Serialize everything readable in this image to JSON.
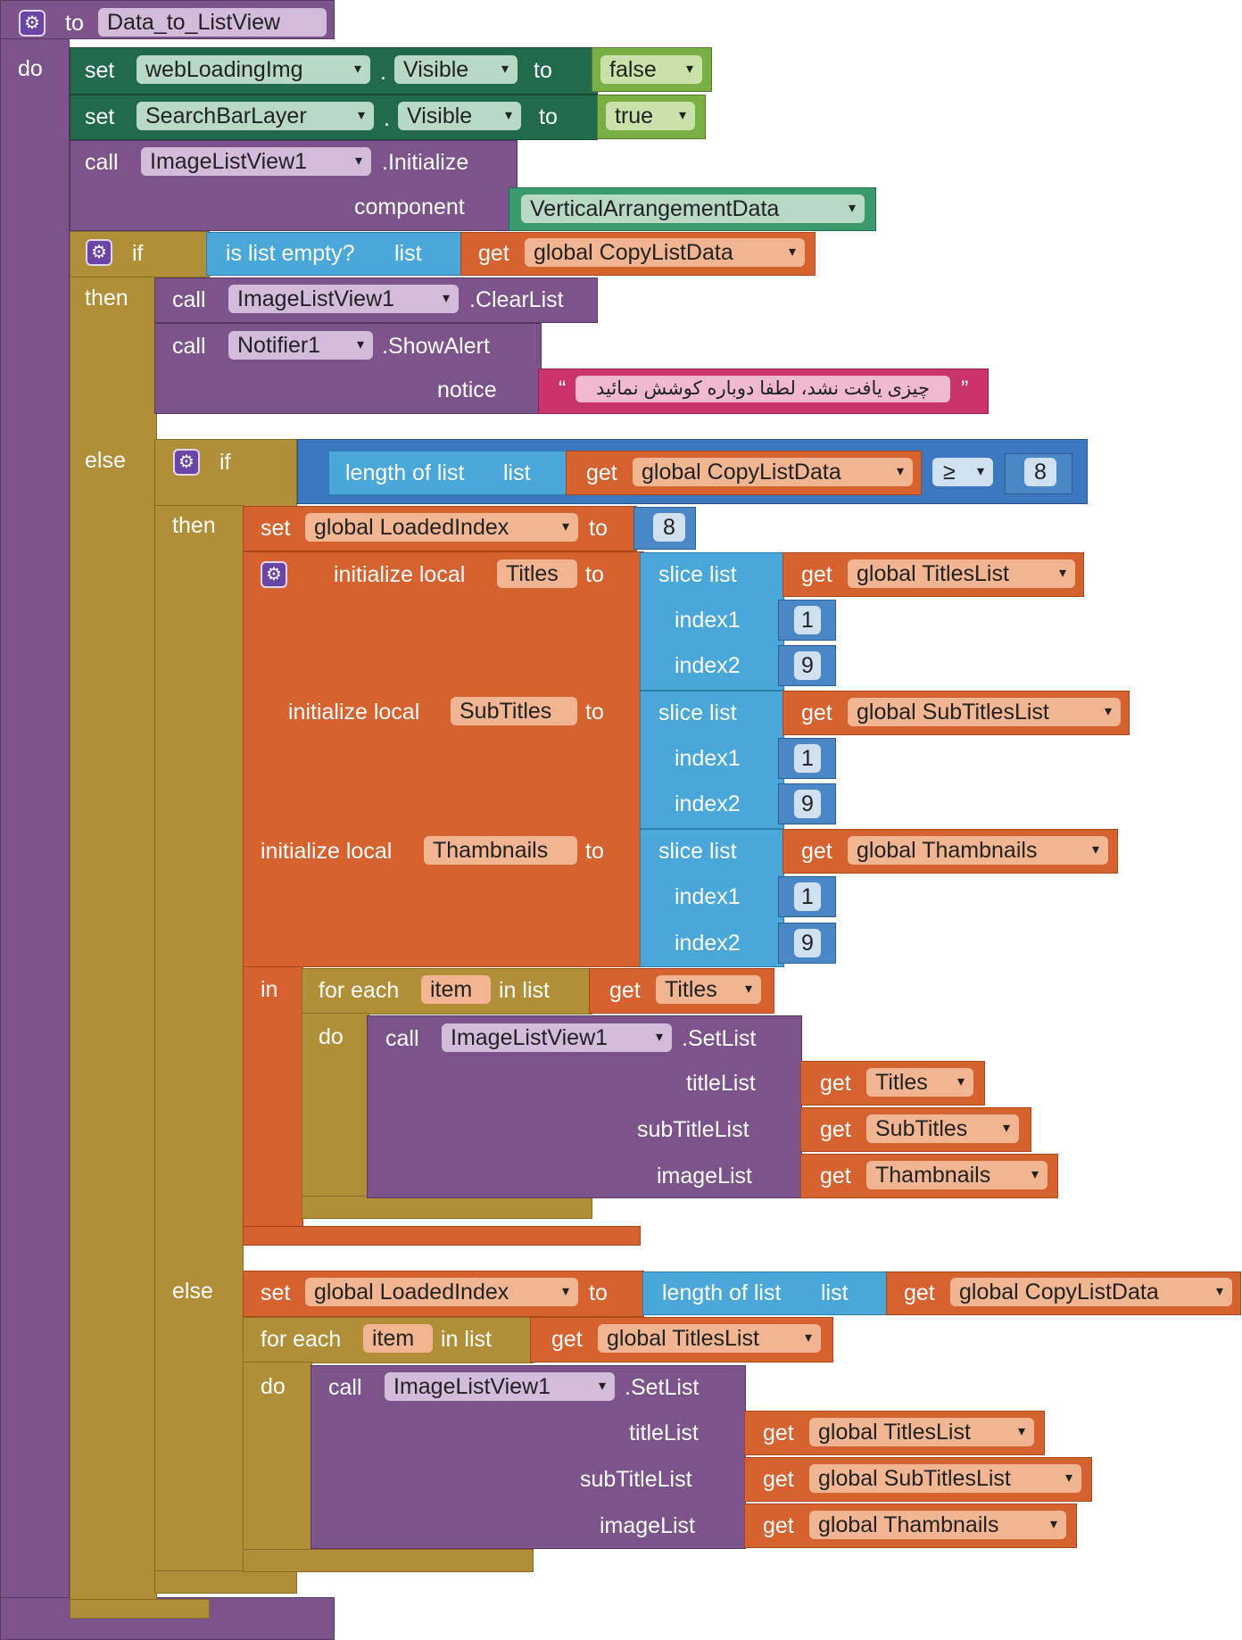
{
  "procedure": {
    "kw_to": "to",
    "name": "Data_to_ListView",
    "kw_do": "do"
  },
  "s1": {
    "kw": "set",
    "component": "webLoadingImg",
    "dot": ".",
    "property": "Visible",
    "kw_to": "to",
    "value": "false"
  },
  "s2": {
    "kw": "set",
    "component": "SearchBarLayer",
    "dot": ".",
    "property": "Visible",
    "kw_to": "to",
    "value": "true"
  },
  "c1": {
    "kw": "call",
    "component": "ImageListView1",
    "method": ".Initialize",
    "param": "component",
    "value": "VerticalArrangementData"
  },
  "if1": {
    "kw_if": "if",
    "cond_label": "is list empty?",
    "cond_param": "list",
    "get": "get",
    "var": "global CopyListData",
    "kw_then": "then",
    "kw_else": "else",
    "clear": {
      "kw": "call",
      "component": "ImageListView1",
      "method": ".ClearList"
    },
    "alert": {
      "kw": "call",
      "component": "Notifier1",
      "method": ".ShowAlert",
      "param": "notice",
      "open_quote": "“",
      "close_quote": "”",
      "text": "چیزی یافت نشد، لطفا دوباره کوشش نمائید"
    }
  },
  "if2": {
    "kw_if": "if",
    "length_label": "length of list",
    "list_param": "list",
    "get": "get",
    "var": "global CopyListData",
    "op": "≥",
    "num": "8",
    "kw_then": "then",
    "kw_else": "else"
  },
  "then_block": {
    "set_kw": "set",
    "set_var": "global LoadedIndex",
    "set_to": "to",
    "set_num": "8",
    "init_kw": "initialize local",
    "init_to": "to",
    "in_kw": "in",
    "slice_label": "slice list",
    "index1": "index1",
    "index2": "index2",
    "get": "get",
    "locals": [
      {
        "name": "Titles",
        "source": "global TitlesList",
        "i1": "1",
        "i2": "9"
      },
      {
        "name": "SubTitles",
        "source": "global SubTitlesList",
        "i1": "1",
        "i2": "9"
      },
      {
        "name": "Thambnails",
        "source": "global Thambnails",
        "i1": "1",
        "i2": "9"
      }
    ],
    "foreach": {
      "kw": "for each",
      "item": "item",
      "in_list": "in list",
      "get": "get",
      "source": "Titles",
      "kw_do": "do",
      "call": "call",
      "component": "ImageListView1",
      "method": ".SetList",
      "params": [
        {
          "label": "titleList",
          "get": "get",
          "var": "Titles"
        },
        {
          "label": "subTitleList",
          "get": "get",
          "var": "SubTitles"
        },
        {
          "label": "imageList",
          "get": "get",
          "var": "Thambnails"
        }
      ]
    }
  },
  "else_block": {
    "set_kw": "set",
    "set_var": "global LoadedIndex",
    "set_to": "to",
    "length_label": "length of list",
    "list_param": "list",
    "get": "get",
    "var": "global CopyListData",
    "foreach": {
      "kw": "for each",
      "item": "item",
      "in_list": "in list",
      "get": "get",
      "source": "global TitlesList",
      "kw_do": "do",
      "call": "call",
      "component": "ImageListView1",
      "method": ".SetList",
      "params": [
        {
          "label": "titleList",
          "get": "get",
          "var": "global TitlesList"
        },
        {
          "label": "subTitleList",
          "get": "get",
          "var": "global SubTitlesList"
        },
        {
          "label": "imageList",
          "get": "get",
          "var": "global Thambnails"
        }
      ]
    }
  },
  "colors": {
    "procedure": "#7c538a",
    "control": "#b08f38",
    "setter": "#216a4b",
    "logic": "#7aaf45",
    "component": "#3b9a6d",
    "compare": "#3c78c0",
    "list": "#49a8d9",
    "math": "#4a87c6",
    "variable": "#d66230",
    "text": "#c9346c"
  },
  "icons": {
    "mutator": "gear-icon",
    "dropdown": "dropdown-arrow-icon"
  }
}
